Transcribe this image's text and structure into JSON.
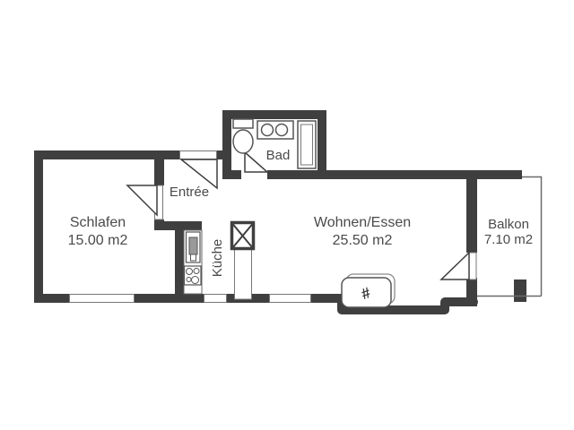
{
  "plan": {
    "type": "apartment-floor-plan",
    "rooms": {
      "schlafen": {
        "label": "Schlafen",
        "area": "15.00 m2"
      },
      "entree": {
        "label": "Entrée"
      },
      "bad": {
        "label": "Bad"
      },
      "kueche": {
        "label": "Küche"
      },
      "wohnen": {
        "label": "Wohnen/Essen",
        "area": "25.50 m2"
      },
      "balkon": {
        "label": "Balkon",
        "area": "7.10 m2"
      }
    },
    "symbols": {
      "fireplace_glyph": "#"
    },
    "colors": {
      "wall": "#3f3f3f",
      "fixture_line": "#555555",
      "thin_line": "#6a6a6a",
      "text": "#4a4a4a",
      "background": "#ffffff"
    }
  }
}
